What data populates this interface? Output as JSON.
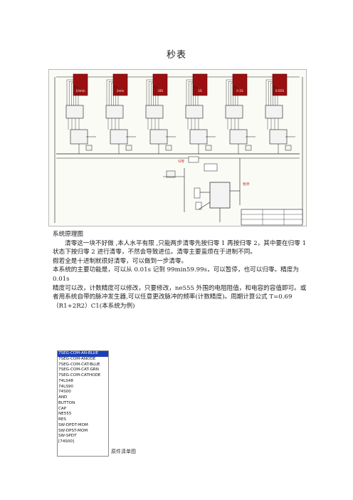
{
  "title": "秒表",
  "schematic": {
    "digit_labels": [
      "10min",
      "1min",
      "10S",
      "1S",
      "0.1S",
      "0.01S"
    ],
    "control_labels": [
      "归零",
      "暂停"
    ],
    "colors": {
      "display": "#9a1010",
      "wire": "#1c1c1c",
      "chip": "#f3f3f3",
      "label": "#c03030",
      "background": "#fbfbf6"
    }
  },
  "body": {
    "paragraphs": [
      "系统原理图",
      "清零这一块不好做 ,本人水平有限 ,只能两步清零先按归零 1 再按归零 2，其中要在归零 1 状态下按归零 2 进行清零，不然会导致进位。清零主要蛮烦在于进制不同。",
      "假若全是十进制就很好清零，可以做到一步清零。",
      "本系统的主要功能是，可以从 0.01s 记到 99min59.99s，可以暂停，也可以归零。精度为 0.01s",
      "精度可以改，计数精度可以修改，只要修改，ne555 外围的电阻阻值，和电容的容值即可。或者用系统自带的脉冲发生器,可以任意更改脉冲的频率(计数精度)。周期计算公式 T=0.69（R1+2R2）C1(本系统为例)"
    ]
  },
  "component_list": {
    "items": [
      "7SEG-COM-AN-BLUE",
      "7SEG-COM-ANODE",
      "7SEG-COM-CAT-BLUE",
      "7SEG-COM-CAT-GRN",
      "7SEG-COM-CATHODE",
      "74LS48",
      "74LS90",
      "74S00",
      "AND",
      "BUTTON",
      "CAP",
      "NE555",
      "RES",
      "SW-DPDT-MOM",
      "SW-DPST-MOM",
      "SW-SPDT",
      "[74S00]"
    ],
    "selected_index": 0,
    "selection_color": "#1b3fb5"
  },
  "caption": "原件清单图"
}
